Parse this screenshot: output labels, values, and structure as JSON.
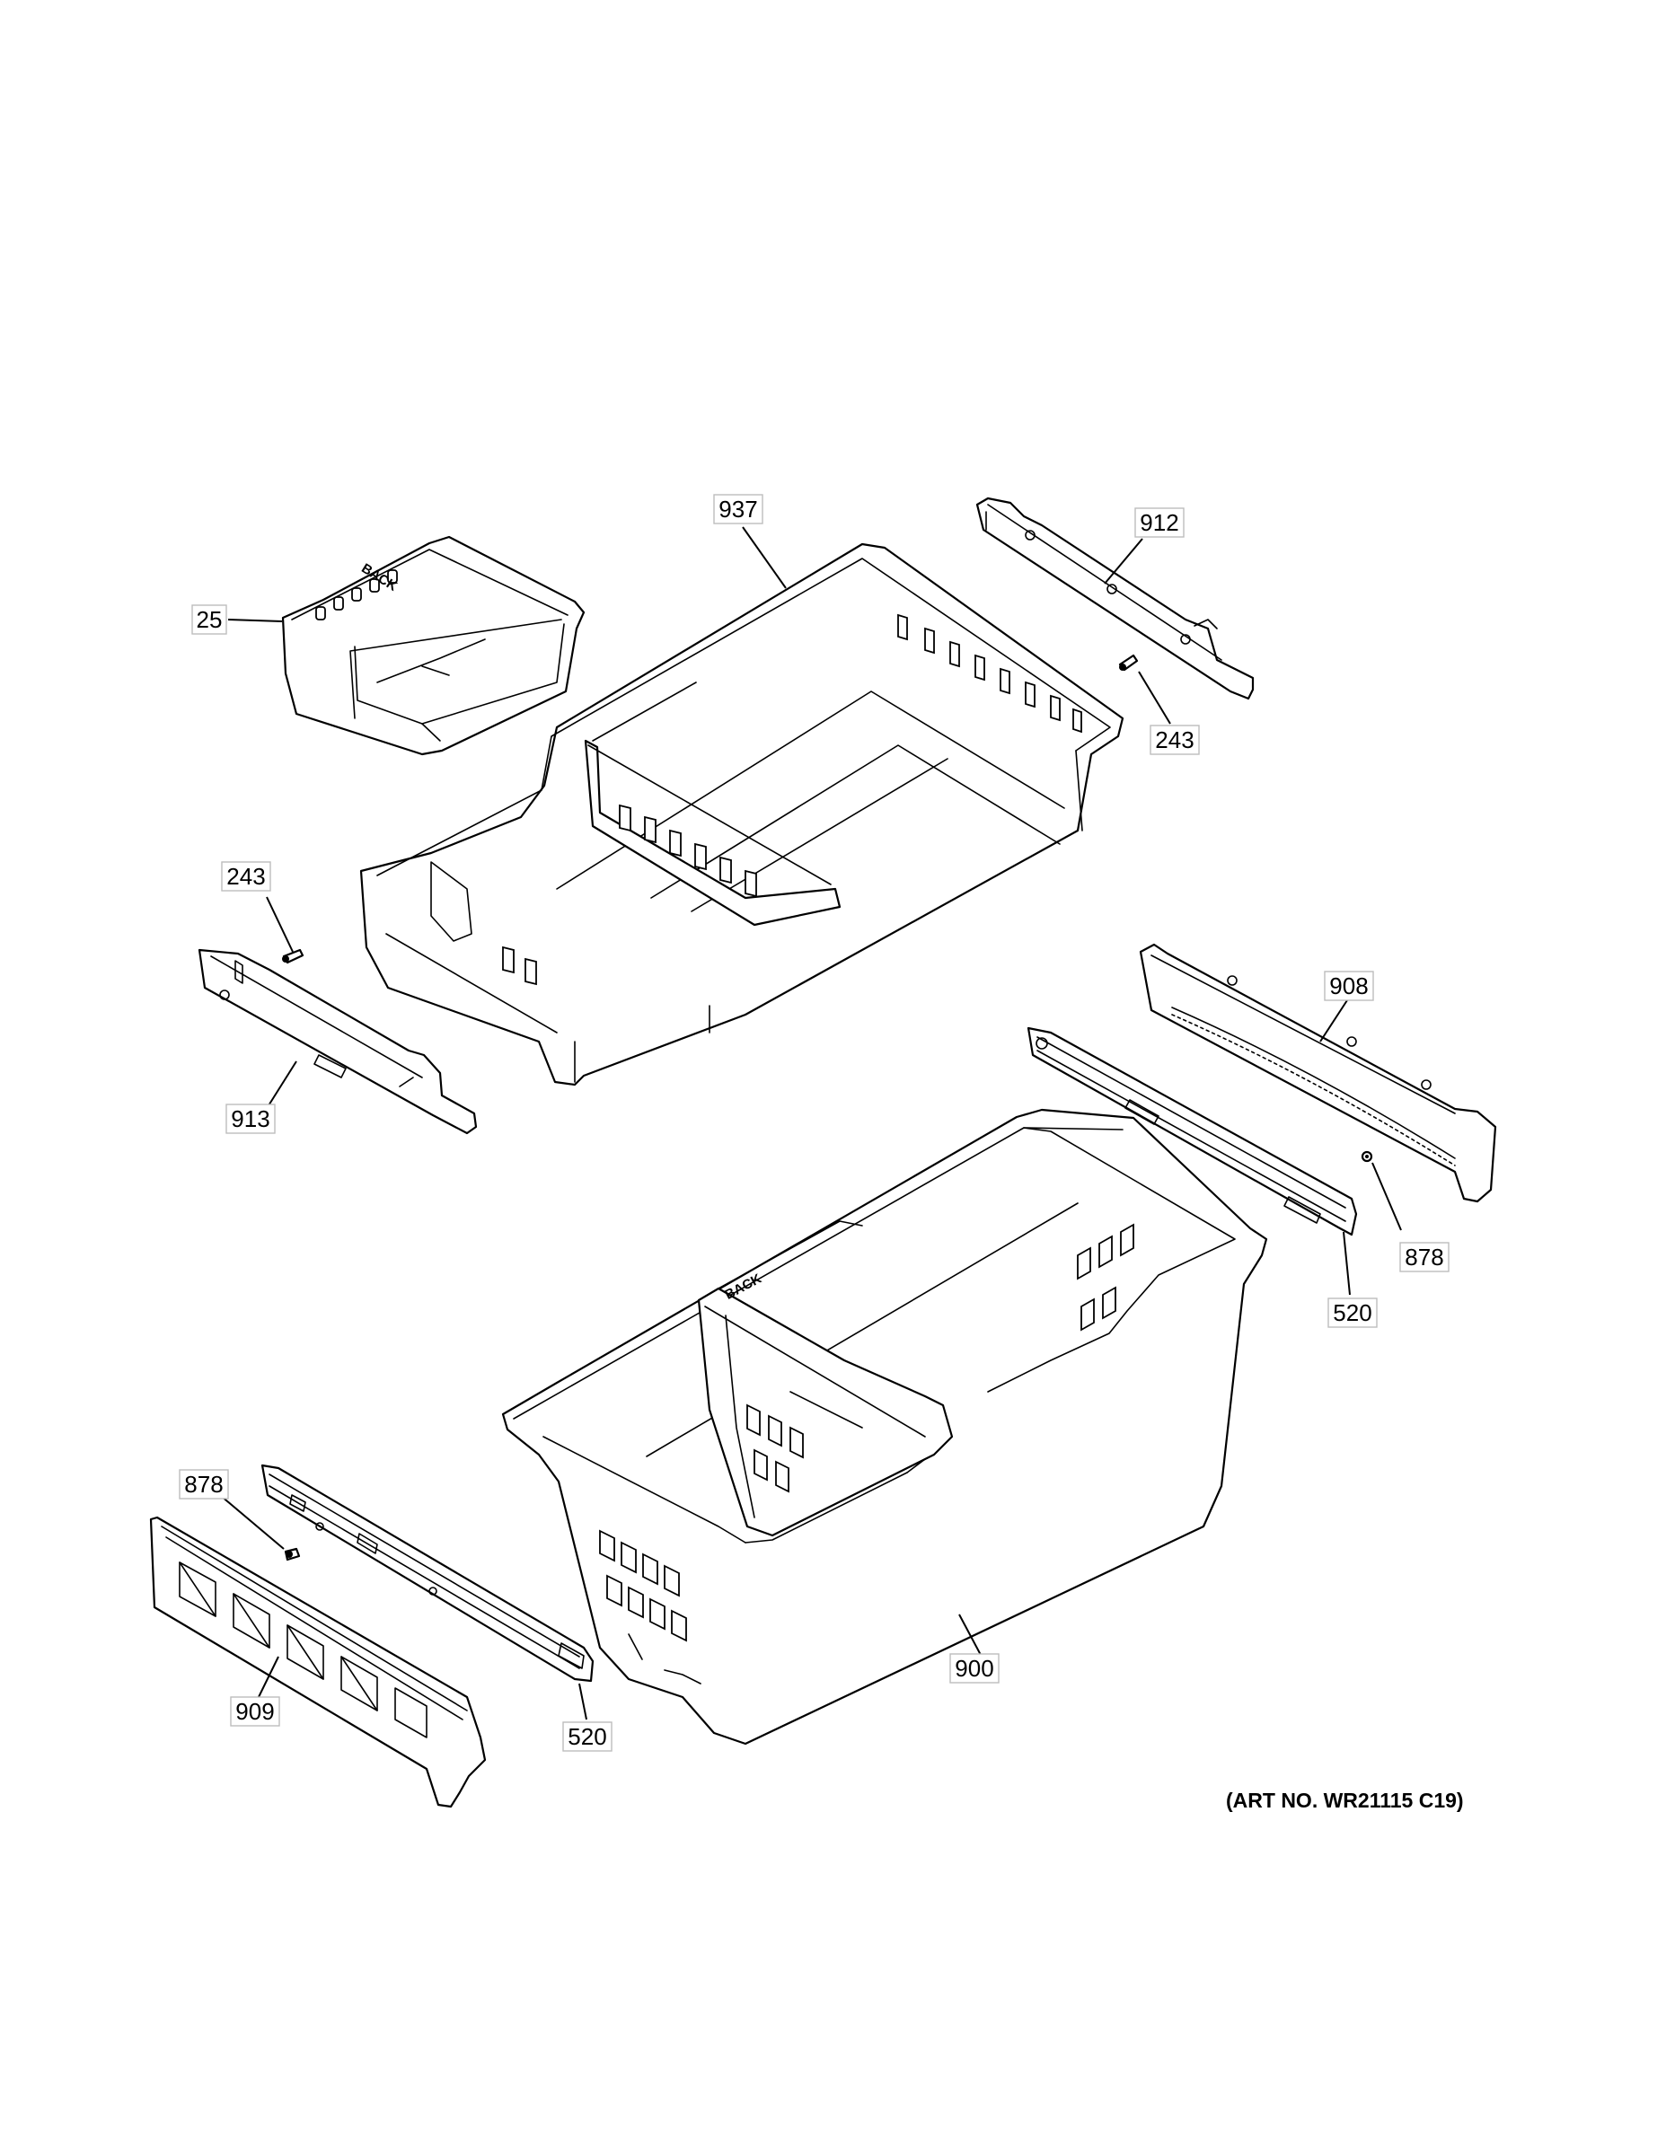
{
  "callouts": [
    {
      "id": "937",
      "label": "937"
    },
    {
      "id": "912",
      "label": "912"
    },
    {
      "id": "25",
      "label": "25"
    },
    {
      "id": "243a",
      "label": "243"
    },
    {
      "id": "243b",
      "label": "243"
    },
    {
      "id": "913",
      "label": "913"
    },
    {
      "id": "908",
      "label": "908"
    },
    {
      "id": "878a",
      "label": "878"
    },
    {
      "id": "520a",
      "label": "520"
    },
    {
      "id": "878b",
      "label": "878"
    },
    {
      "id": "900",
      "label": "900"
    },
    {
      "id": "909",
      "label": "909"
    },
    {
      "id": "520b",
      "label": "520"
    }
  ],
  "embossed_text": "BACK",
  "art_number": "(ART NO. WR21115 C19)",
  "colors": {
    "line": "#000000",
    "background": "#ffffff",
    "callout_border": "#bdbdbd"
  }
}
